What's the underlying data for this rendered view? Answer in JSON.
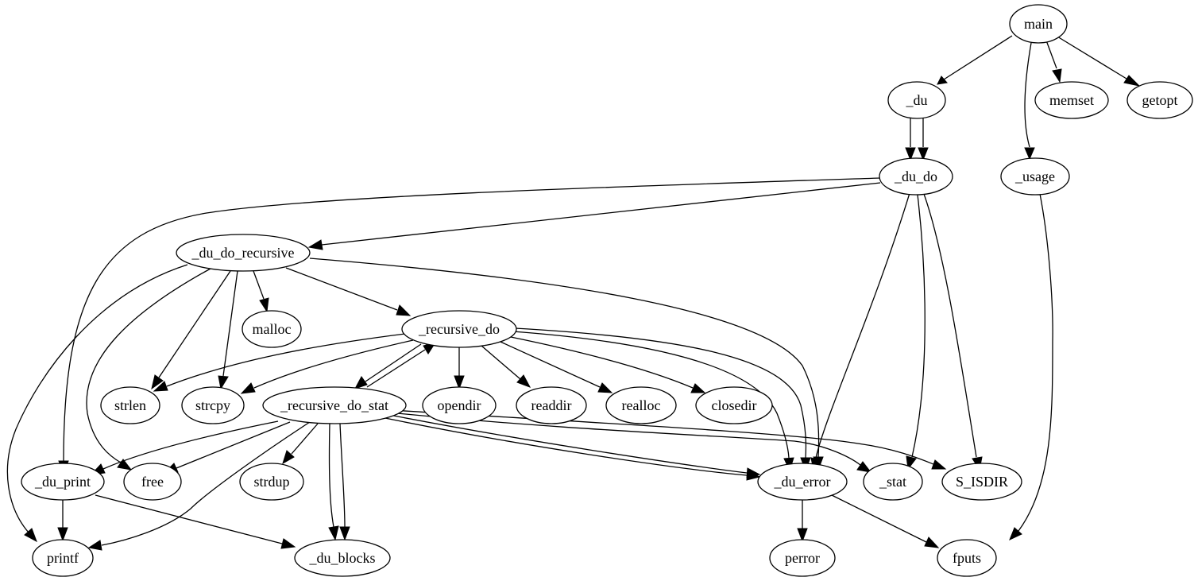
{
  "graph": {
    "type": "call-graph",
    "nodes": [
      {
        "id": "main",
        "label": "main"
      },
      {
        "id": "_du",
        "label": "_du"
      },
      {
        "id": "memset",
        "label": "memset"
      },
      {
        "id": "getopt",
        "label": "getopt"
      },
      {
        "id": "_du_do",
        "label": "_du_do"
      },
      {
        "id": "_usage",
        "label": "_usage"
      },
      {
        "id": "_du_do_recursive",
        "label": "_du_do_recursive"
      },
      {
        "id": "malloc",
        "label": "malloc"
      },
      {
        "id": "_recursive_do",
        "label": "_recursive_do"
      },
      {
        "id": "strlen",
        "label": "strlen"
      },
      {
        "id": "strcpy",
        "label": "strcpy"
      },
      {
        "id": "_recursive_do_stat",
        "label": "_recursive_do_stat"
      },
      {
        "id": "opendir",
        "label": "opendir"
      },
      {
        "id": "readdir",
        "label": "readdir"
      },
      {
        "id": "realloc",
        "label": "realloc"
      },
      {
        "id": "closedir",
        "label": "closedir"
      },
      {
        "id": "_du_print",
        "label": "_du_print"
      },
      {
        "id": "free",
        "label": "free"
      },
      {
        "id": "strdup",
        "label": "strdup"
      },
      {
        "id": "_du_error",
        "label": "_du_error"
      },
      {
        "id": "_stat",
        "label": "_stat"
      },
      {
        "id": "S_ISDIR",
        "label": "S_ISDIR"
      },
      {
        "id": "printf",
        "label": "printf"
      },
      {
        "id": "_du_blocks",
        "label": "_du_blocks"
      },
      {
        "id": "perror",
        "label": "perror"
      },
      {
        "id": "fputs",
        "label": "fputs"
      }
    ],
    "edges": [
      {
        "from": "main",
        "to": "_du"
      },
      {
        "from": "main",
        "to": "memset"
      },
      {
        "from": "main",
        "to": "getopt"
      },
      {
        "from": "main",
        "to": "_usage"
      },
      {
        "from": "_du",
        "to": "_du_do"
      },
      {
        "from": "_du",
        "to": "_du_do"
      },
      {
        "from": "_du_do",
        "to": "_du_do_recursive"
      },
      {
        "from": "_du_do",
        "to": "_du_print"
      },
      {
        "from": "_du_do",
        "to": "_du_error"
      },
      {
        "from": "_du_do",
        "to": "_stat"
      },
      {
        "from": "_du_do",
        "to": "S_ISDIR"
      },
      {
        "from": "_usage",
        "to": "fputs"
      },
      {
        "from": "_du_do_recursive",
        "to": "malloc"
      },
      {
        "from": "_du_do_recursive",
        "to": "_recursive_do"
      },
      {
        "from": "_du_do_recursive",
        "to": "strlen"
      },
      {
        "from": "_du_do_recursive",
        "to": "strcpy"
      },
      {
        "from": "_du_do_recursive",
        "to": "free"
      },
      {
        "from": "_du_do_recursive",
        "to": "printf"
      },
      {
        "from": "_du_do_recursive",
        "to": "_du_error"
      },
      {
        "from": "_recursive_do",
        "to": "strlen"
      },
      {
        "from": "_recursive_do",
        "to": "strcpy"
      },
      {
        "from": "_recursive_do",
        "to": "_recursive_do_stat"
      },
      {
        "from": "_recursive_do",
        "to": "opendir"
      },
      {
        "from": "_recursive_do",
        "to": "readdir"
      },
      {
        "from": "_recursive_do",
        "to": "realloc"
      },
      {
        "from": "_recursive_do",
        "to": "closedir"
      },
      {
        "from": "_recursive_do",
        "to": "_du_error"
      },
      {
        "from": "_recursive_do",
        "to": "_du_error"
      },
      {
        "from": "_recursive_do_stat",
        "to": "_recursive_do"
      },
      {
        "from": "_recursive_do_stat",
        "to": "_du_print"
      },
      {
        "from": "_recursive_do_stat",
        "to": "free"
      },
      {
        "from": "_recursive_do_stat",
        "to": "strdup"
      },
      {
        "from": "_recursive_do_stat",
        "to": "printf"
      },
      {
        "from": "_recursive_do_stat",
        "to": "_du_blocks"
      },
      {
        "from": "_recursive_do_stat",
        "to": "_du_blocks"
      },
      {
        "from": "_recursive_do_stat",
        "to": "_du_error"
      },
      {
        "from": "_recursive_do_stat",
        "to": "_du_error"
      },
      {
        "from": "_recursive_do_stat",
        "to": "_stat"
      },
      {
        "from": "_recursive_do_stat",
        "to": "S_ISDIR"
      },
      {
        "from": "_du_print",
        "to": "printf"
      },
      {
        "from": "_du_print",
        "to": "_du_blocks"
      },
      {
        "from": "_du_error",
        "to": "perror"
      },
      {
        "from": "_du_error",
        "to": "fputs"
      }
    ]
  }
}
